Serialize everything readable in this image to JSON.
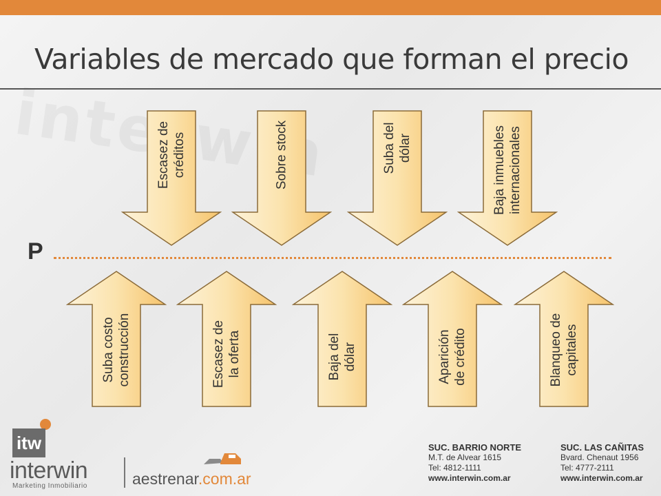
{
  "colors": {
    "accent": "#e2883a",
    "arrow_fill_light": "#fdf2d8",
    "arrow_fill_dark": "#f6c46d",
    "arrow_stroke": "#8a6a38"
  },
  "title": "Variables de mercado que forman el precio",
  "price_label": "P",
  "down_arrows": [
    {
      "label": "Escasez de\ncréditos"
    },
    {
      "label": "Sobre stock"
    },
    {
      "label": "Suba del\ndólar"
    },
    {
      "label": "Baja inmuebles\ninternacionales"
    }
  ],
  "up_arrows": [
    {
      "label": "Suba costo\nconstrucción"
    },
    {
      "label": "Escasez de\nla oferta"
    },
    {
      "label": "Baja del\ndólar"
    },
    {
      "label": "Aparición\nde crédito"
    },
    {
      "label": "Blanqueo de\ncapitales"
    }
  ],
  "footer": {
    "logo_text": "itw",
    "brand_name": "interwin",
    "brand_tagline": "Marketing Inmobiliario",
    "site_prefix": "aestrenar",
    "site_suffix": ".com.ar",
    "branches": [
      {
        "name": "SUC. BARRIO NORTE",
        "address": "M.T. de Alvear 1615",
        "phone": "Tel: 4812-1111",
        "web": "www.interwin.com.ar"
      },
      {
        "name": "SUC. LAS CAÑITAS",
        "address": "Bvard. Chenaut 1956",
        "phone": "Tel: 4777-2111",
        "web": "www.interwin.com.ar"
      }
    ]
  }
}
